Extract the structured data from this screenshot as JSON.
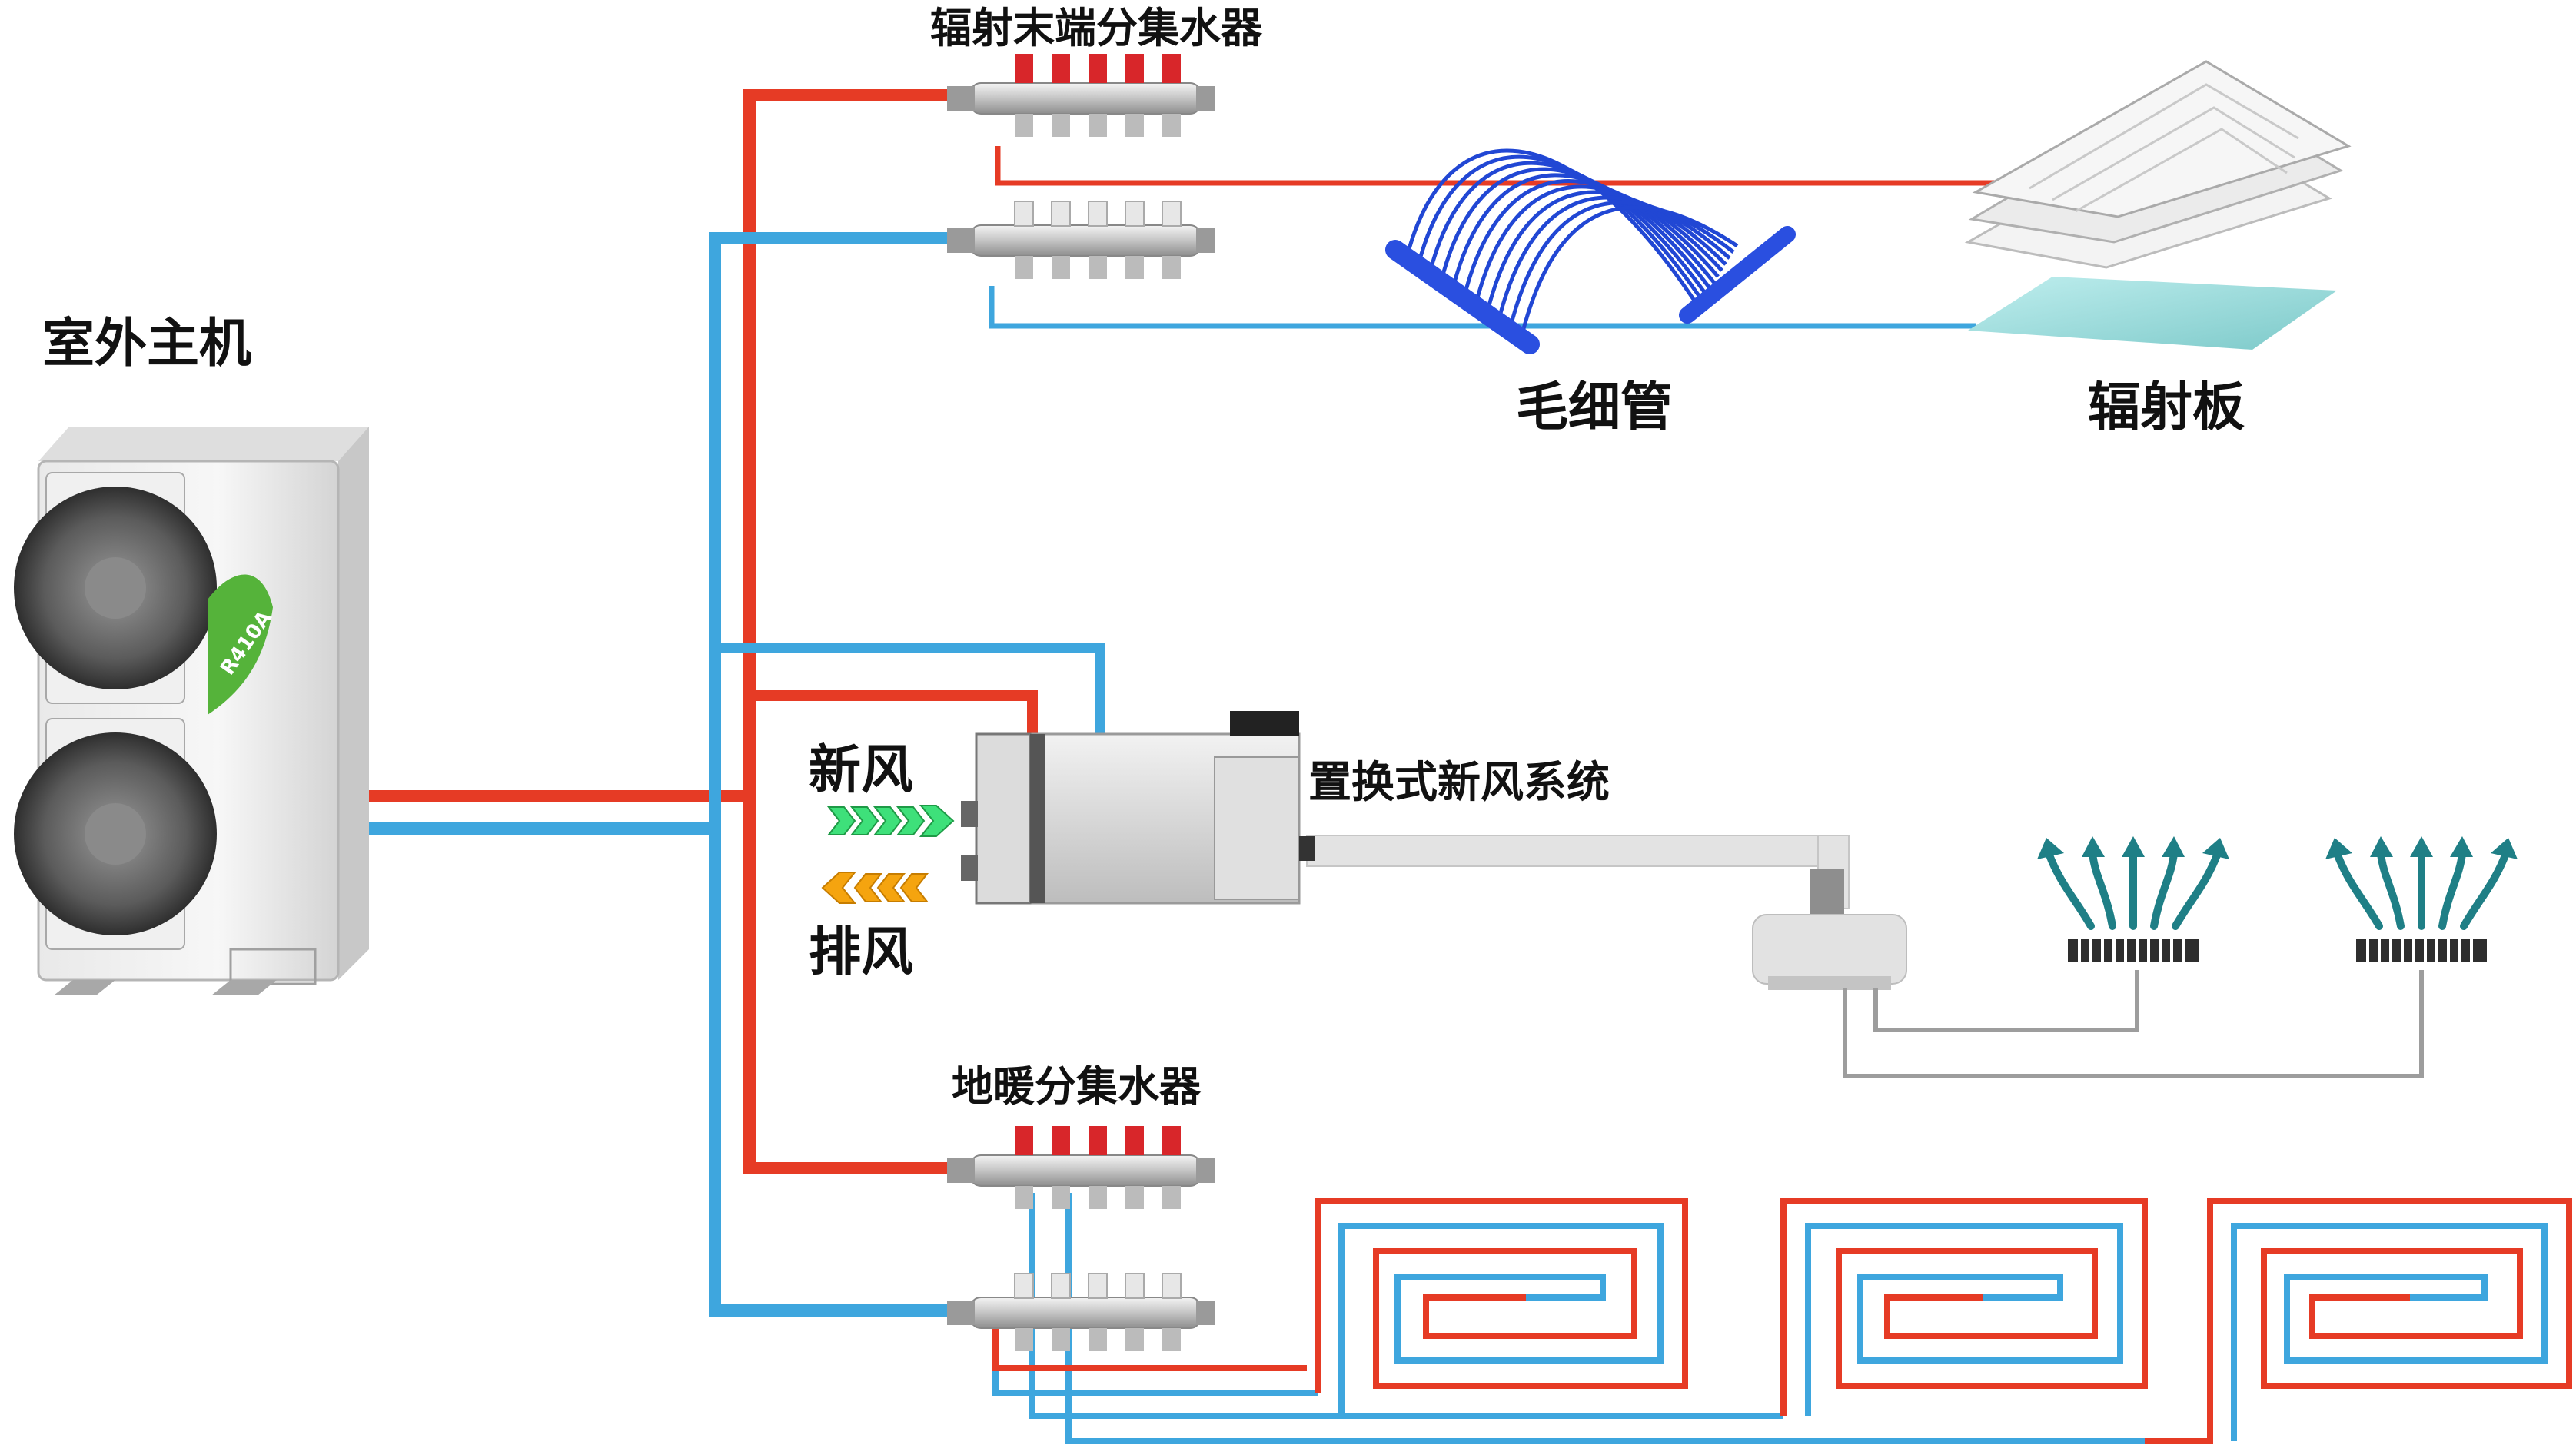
{
  "labels": {
    "outdoor_unit": "室外主机",
    "radiant_manifold": "辐射末端分集水器",
    "capillary": "毛细管",
    "radiant_panel": "辐射板",
    "fresh_air": "新风",
    "exhaust_air": "排风",
    "displacement_system": "置换式新风系统",
    "floor_manifold": "地暖分集水器",
    "refrigerant_badge": "R410A"
  },
  "colors": {
    "supply": "#e63b25",
    "return": "#3ea6de",
    "capillary": "#2147d4",
    "fresh_air_arrow": "#3ee07a",
    "exhaust_arrow": "#f5a40f",
    "vent_arrow": "#1f7f86",
    "badge": "#55b33a"
  },
  "icons": {
    "outdoor_unit": "outdoor-unit-icon",
    "manifold": "manifold-icon",
    "capillary": "capillary-mat-icon",
    "panel": "radiant-panel-icon",
    "ventilation": "ventilation-unit-icon",
    "diffuser": "diffuser-icon"
  }
}
